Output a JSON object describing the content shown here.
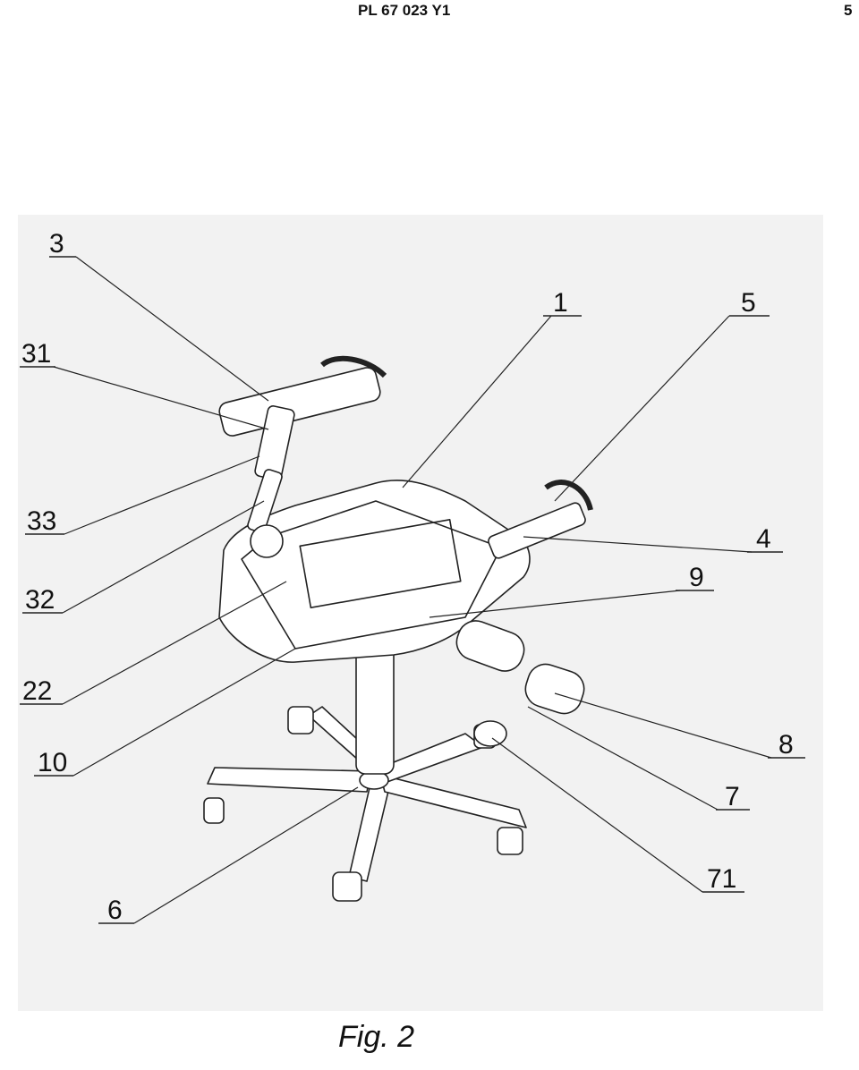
{
  "header": {
    "title": "PL 67 023 Y1",
    "page_number": "5"
  },
  "caption": "Fig. 2",
  "callouts": [
    {
      "label": "3"
    },
    {
      "label": "31"
    },
    {
      "label": "1"
    },
    {
      "label": "5"
    },
    {
      "label": "33"
    },
    {
      "label": "4"
    },
    {
      "label": "9"
    },
    {
      "label": "32"
    },
    {
      "label": "22"
    },
    {
      "label": "8"
    },
    {
      "label": "10"
    },
    {
      "label": "7"
    },
    {
      "label": "71"
    },
    {
      "label": "6"
    }
  ]
}
